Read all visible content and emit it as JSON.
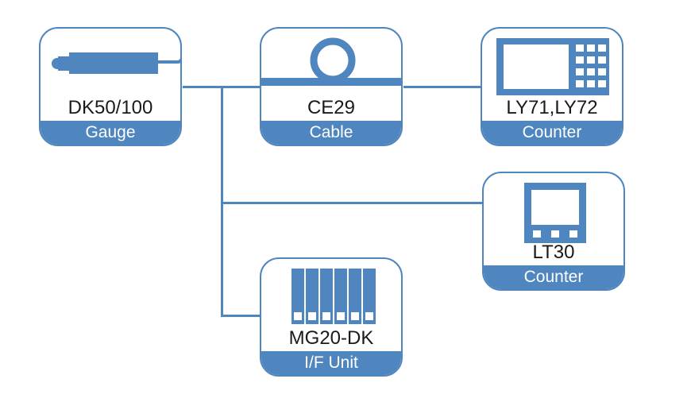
{
  "diagram": {
    "title": "System configuration",
    "accent_color": "#4f86bf",
    "nodes": [
      {
        "id": "gauge",
        "model": "DK50/100",
        "category": "Gauge",
        "icon": "gauge-probe-icon"
      },
      {
        "id": "cable",
        "model": "CE29",
        "category": "Cable",
        "icon": "cable-coil-icon"
      },
      {
        "id": "counter-ly",
        "model": "LY71,LY72",
        "category": "Counter",
        "icon": "counter-keypad-icon"
      },
      {
        "id": "counter-lt",
        "model": "LT30",
        "category": "Counter",
        "icon": "counter-display-icon"
      },
      {
        "id": "if-unit",
        "model": "MG20-DK",
        "category": "I/F Unit",
        "icon": "interface-unit-icon"
      }
    ],
    "edges": [
      {
        "from": "gauge",
        "to": "cable"
      },
      {
        "from": "cable",
        "to": "counter-ly"
      },
      {
        "from": "gauge",
        "to": "counter-lt"
      },
      {
        "from": "gauge",
        "to": "if-unit"
      }
    ]
  }
}
